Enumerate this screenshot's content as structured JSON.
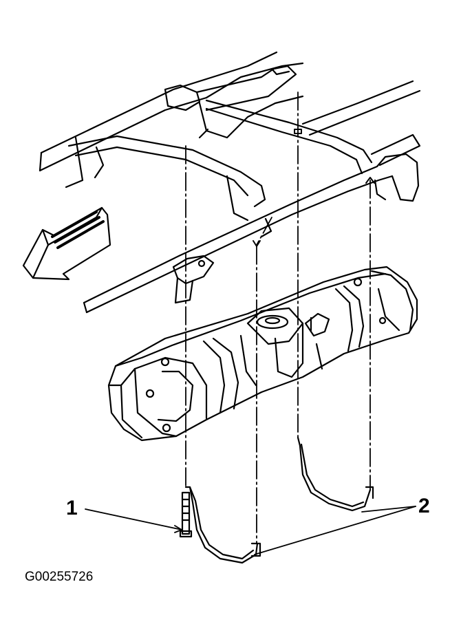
{
  "callouts": {
    "one": "1",
    "two": "2"
  },
  "figure_id": "G00255726",
  "colors": {
    "line": "#000000",
    "background": "#ffffff"
  }
}
